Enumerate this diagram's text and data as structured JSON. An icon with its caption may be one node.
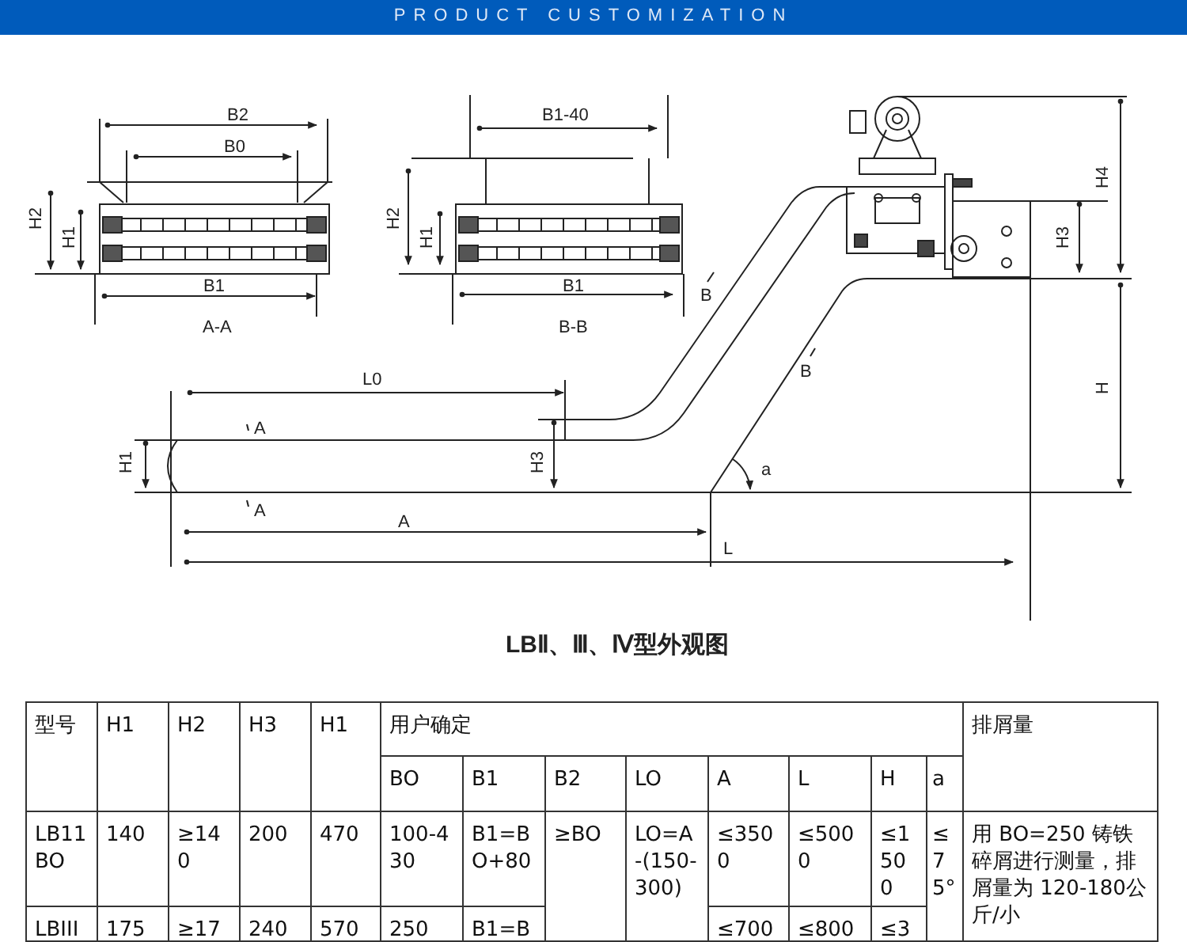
{
  "diagram": {
    "title": "PRODUCT CUSTOMIZATION",
    "caption": "LBⅡ、Ⅲ、Ⅳ型外观图",
    "labels": [
      "B2",
      "B1-40",
      "B0",
      "H2",
      "H1",
      "H2",
      "H1",
      "H4",
      "H3",
      "B1",
      "B1",
      "B",
      "A-A",
      "B-B",
      "B",
      "L0",
      "H",
      "A",
      "H1",
      "H3",
      "a",
      "A",
      "A",
      "L",
      "型号",
      "H1",
      "H2",
      "H3",
      "H1",
      "用户确定",
      "排屑量",
      "BO",
      "B1",
      "B2",
      "LO",
      "A",
      "L",
      "H",
      "a",
      "LB11BO",
      "140",
      "≥140",
      "200",
      "470",
      "100-430",
      "B1=BO+80",
      "≥BO",
      "LO=A-(150-300)",
      "≤3500",
      "≤5000",
      "≤1500",
      "≤75°",
      "用 BO=250 铸铁碎屑进行测量，排屑量为 120-180公斤/小",
      "LBIII",
      "175",
      "≥17",
      "240",
      "570",
      "250",
      "B1=B",
      "≤700",
      "≤800",
      "≤3"
    ]
  }
}
